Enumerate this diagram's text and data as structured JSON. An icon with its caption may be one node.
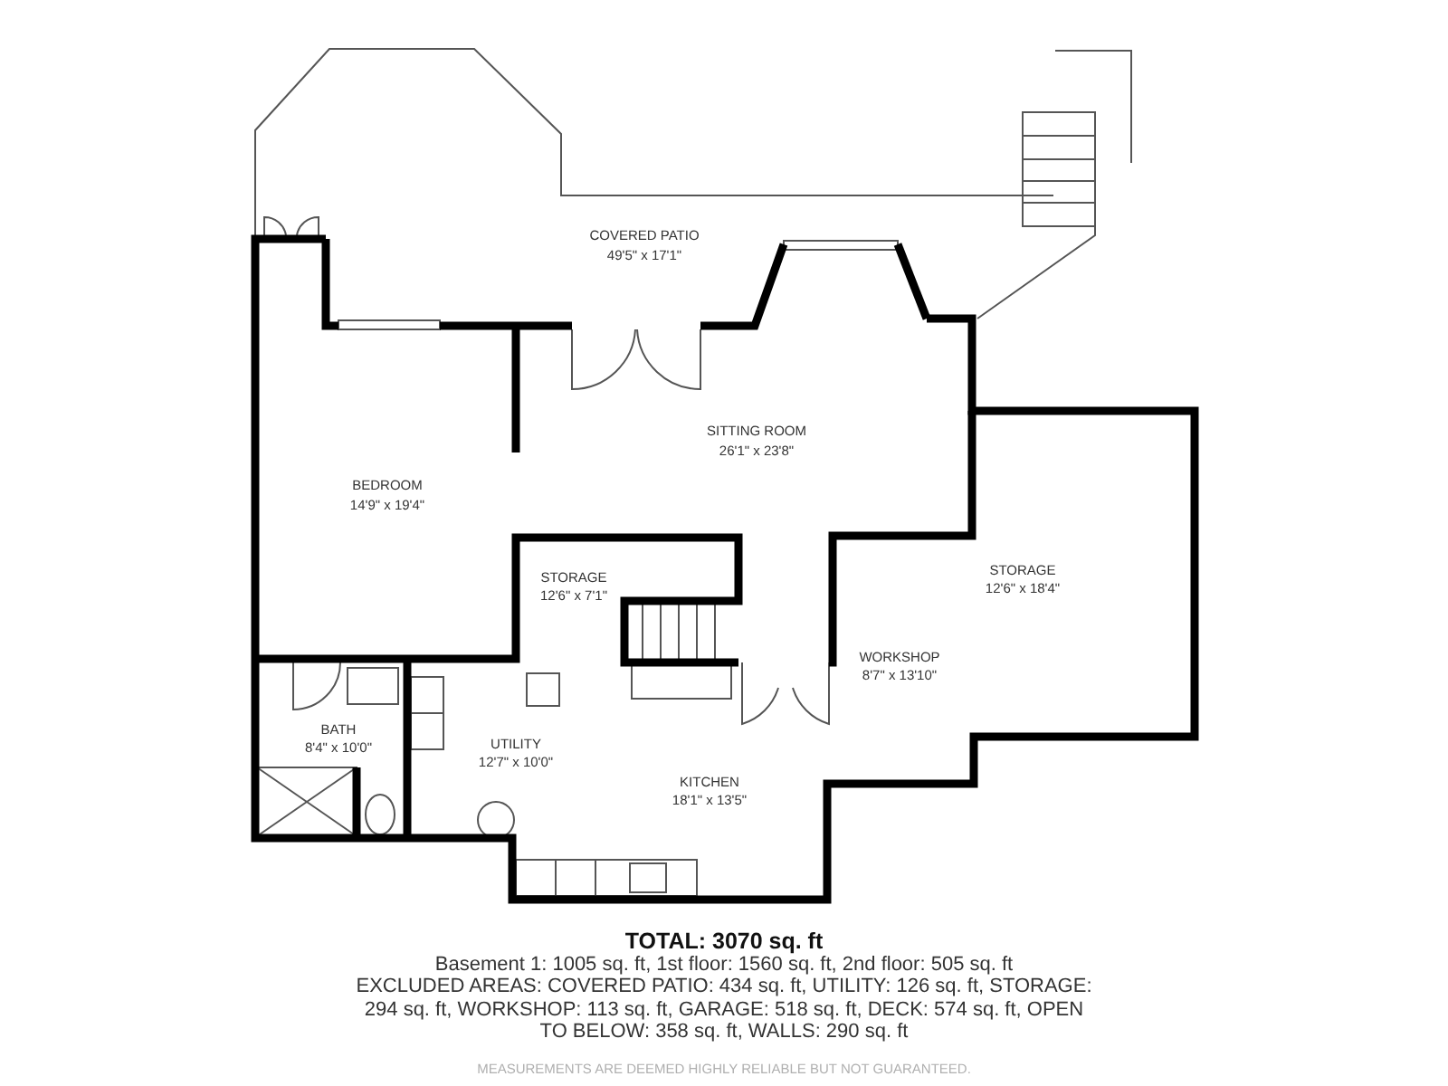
{
  "diagram": {
    "labels": [
      "COVERED PATIO",
      "49'5\" x 17'1\"",
      "SITTING ROOM",
      "26'1\" x 23'8\"",
      "BEDROOM",
      "14'9\" x 19'4\"",
      "STORAGE",
      "12'6\" x 7'1\"",
      "STORAGE",
      "12'6\" x 18'4\"",
      "WORKSHOP",
      "8'7\" x 13'10\"",
      "BATH",
      "8'4\" x 10'0\"",
      "UTILITY",
      "12'7\" x 10'0\"",
      "KITCHEN",
      "18'1\" x 13'5\"",
      "TOTAL: 3070 sq. ft",
      "Basement 1: 1005 sq. ft, 1st floor: 1560 sq. ft, 2nd floor: 505 sq. ft",
      "EXCLUDED AREAS: COVERED PATIO: 434 sq. ft, UTILITY: 126 sq. ft, STORAGE: 294 sq. ft, WORKSHOP: 113 sq. ft, GARAGE: 518 sq. ft, DECK: 574 sq. ft, OPEN TO BELOW: 358 sq. ft, WALLS: 290 sq. ft",
      "MEASUREMENTS ARE DEEMED HIGHLY RELIABLE BUT NOT GUARANTEED."
    ]
  }
}
